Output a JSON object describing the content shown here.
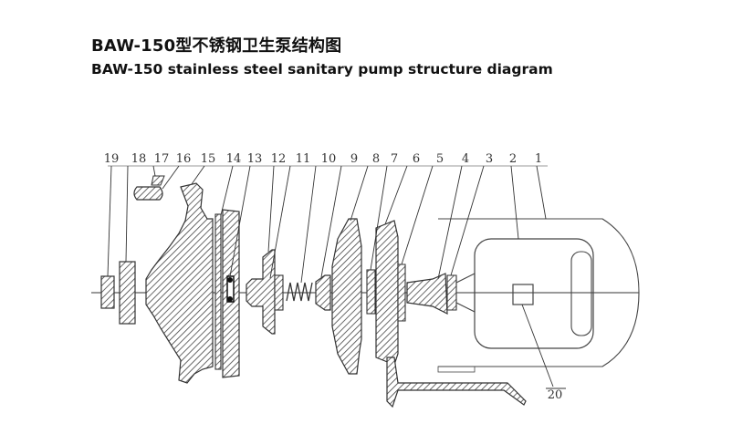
{
  "title_cn": "BAW-150型不锈钢卫生泵结构图",
  "title_en": "BAW-150 stainless steel sanitary pump structure diagram",
  "part_numbers": [
    "19",
    "18",
    "17",
    "16",
    "15",
    "14",
    "13",
    "12",
    "11",
    "10",
    "9",
    "8",
    "7",
    "6",
    "5",
    "4",
    "3",
    "2",
    "1",
    "20"
  ]
}
